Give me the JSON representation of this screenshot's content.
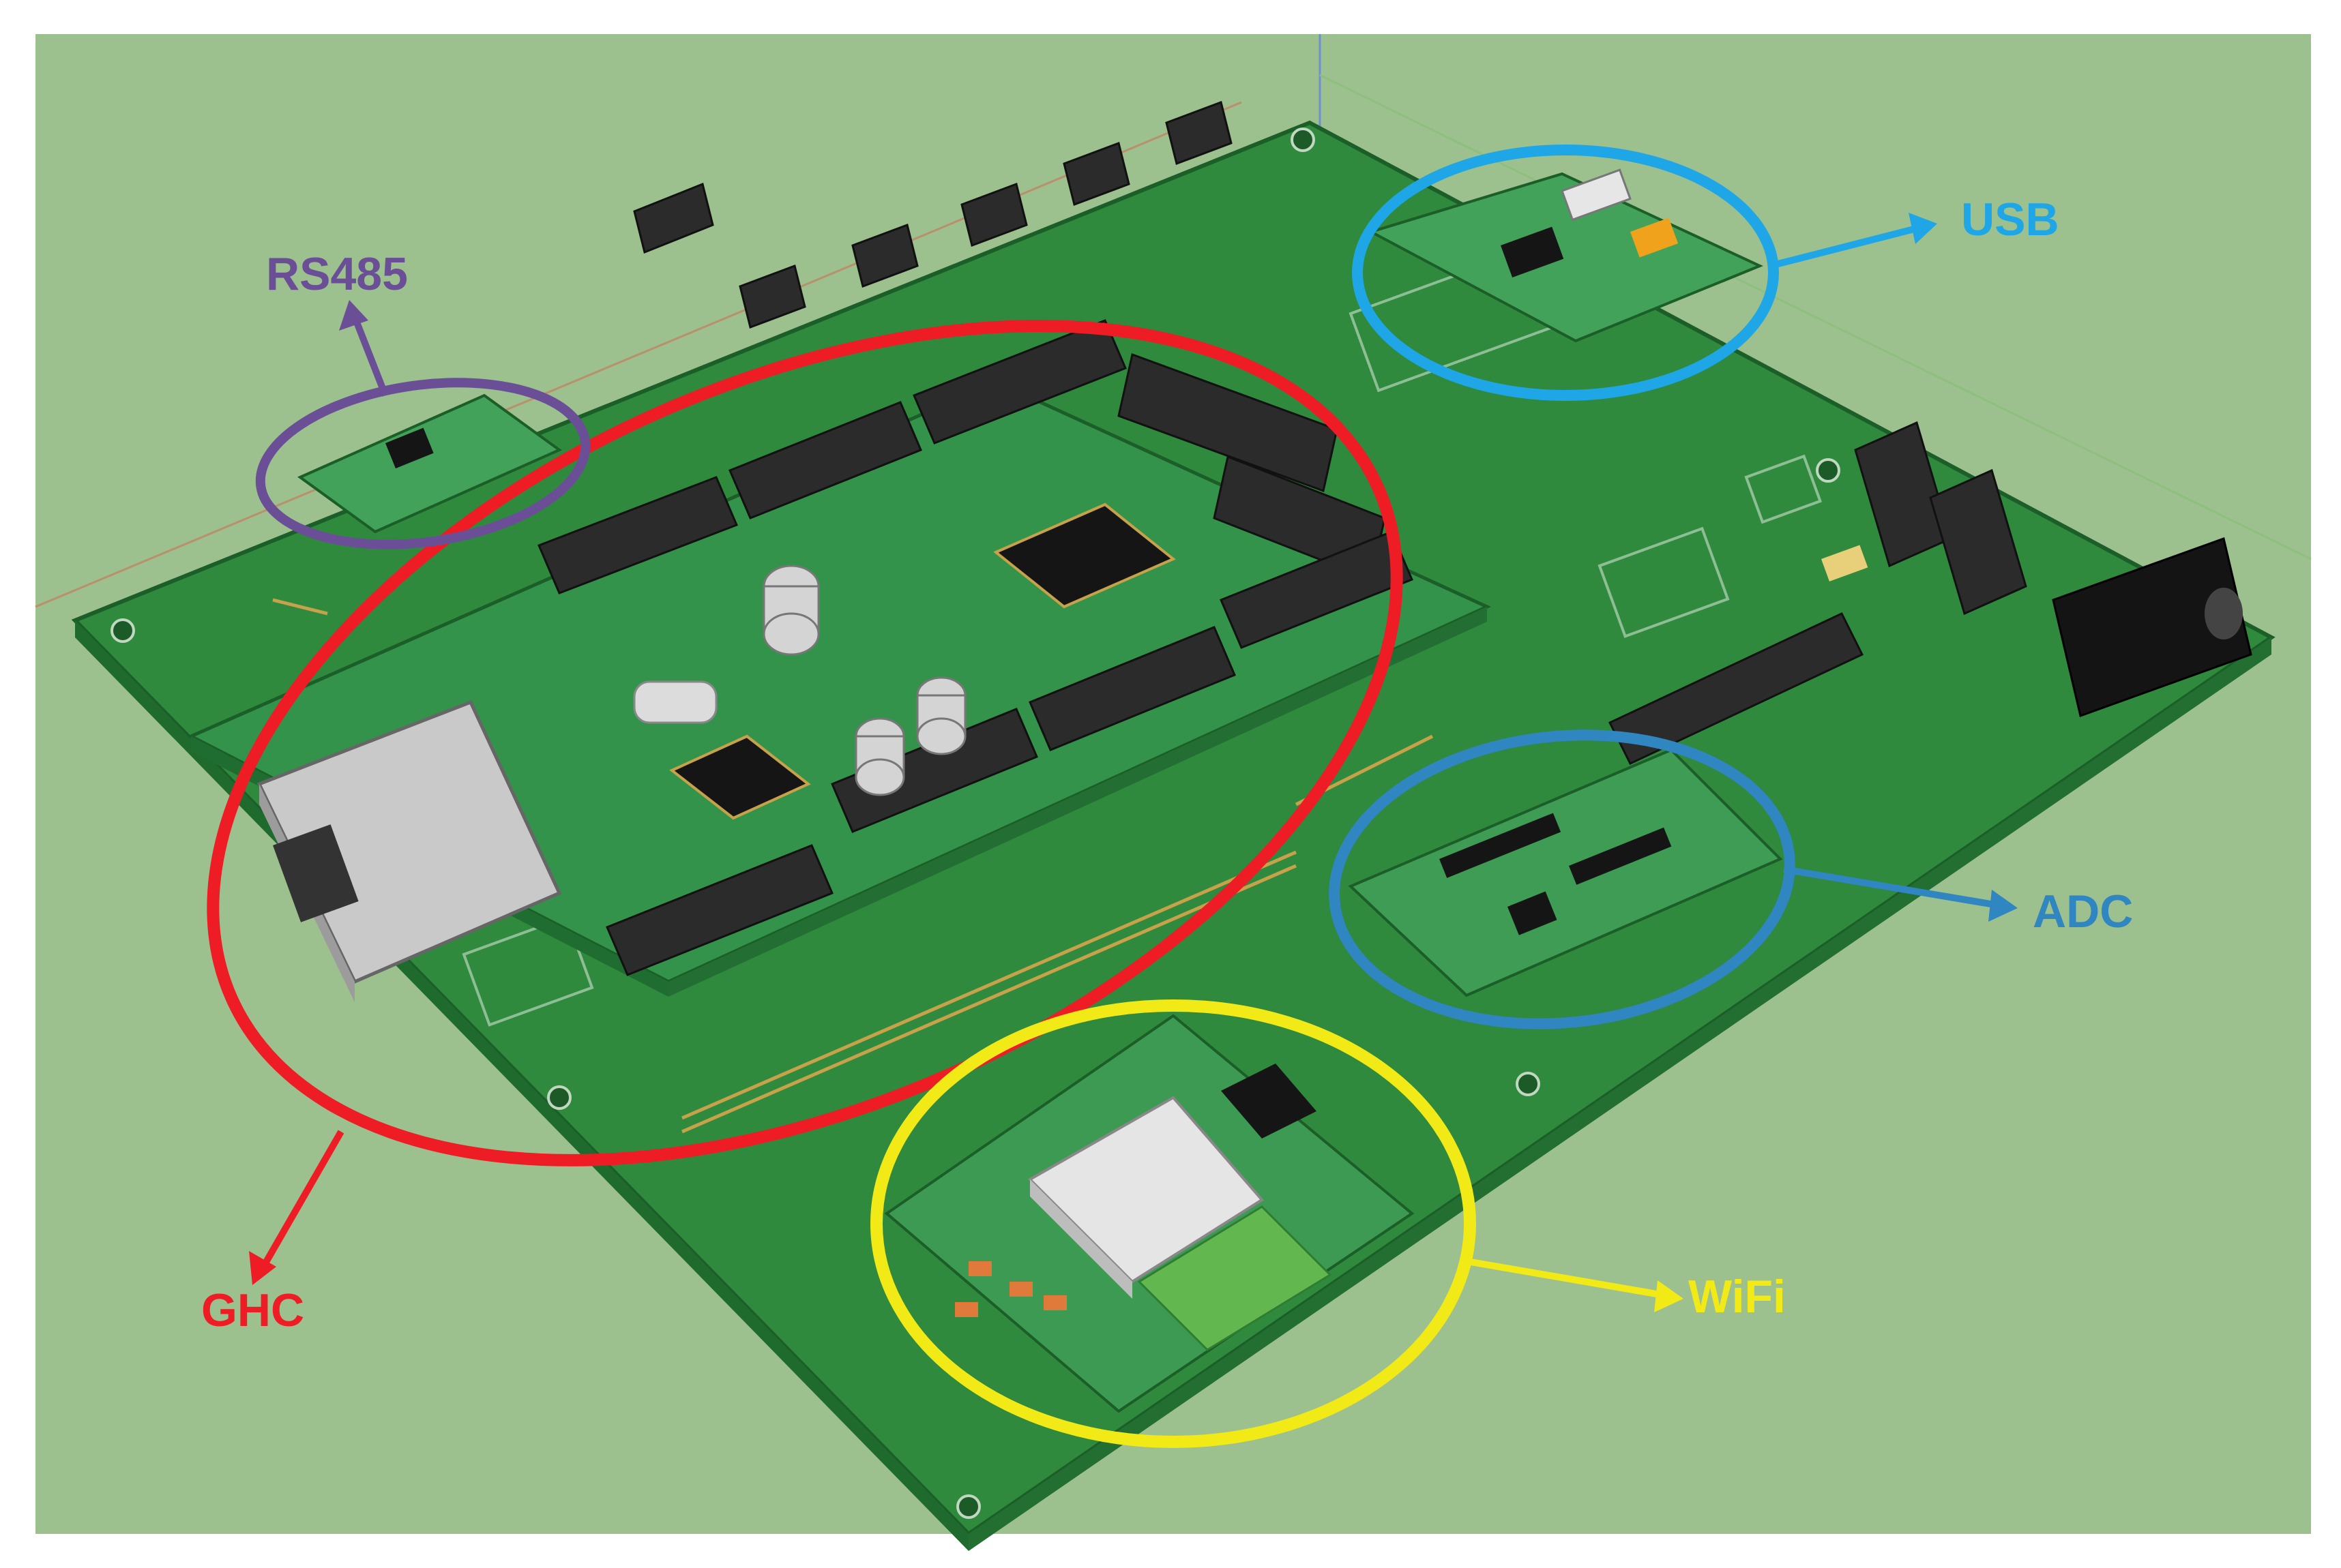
{
  "figure": {
    "description_free": true,
    "colors": {
      "frame": "#ffffff",
      "background": "#9dc08f",
      "pcb": "#2f8a3e",
      "pcb_dark": "#1f6b2e",
      "header": "#2b2b2b",
      "chip": "#151515",
      "connector": "#c9c9c9"
    }
  },
  "callouts": {
    "rs485": {
      "label": "RS485",
      "color": "#6b4f96"
    },
    "usb": {
      "label": "USB",
      "color": "#1ea6e6"
    },
    "adc": {
      "label": "ADC",
      "color": "#2f86c0"
    },
    "wifi": {
      "label": "WiFi",
      "color": "#f2ea16"
    },
    "ghc": {
      "label": "GHC",
      "color": "#ee1c24"
    }
  }
}
